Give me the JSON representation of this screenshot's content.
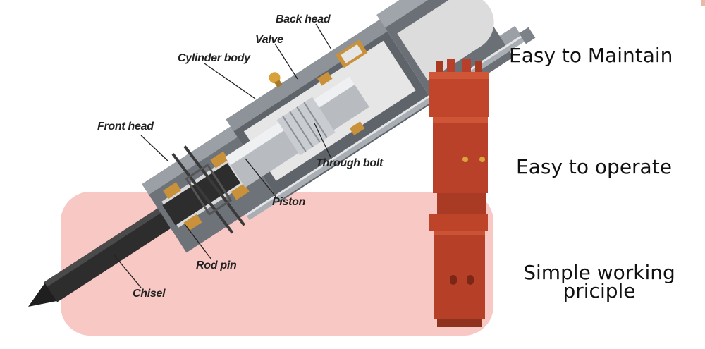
{
  "diagram": {
    "labels": {
      "back_head": "Back head",
      "valve": "Valve",
      "cylinder_body": "Cylinder body",
      "front_head": "Front head",
      "through_bolt": "Through bolt",
      "piston": "Piston",
      "rod_pin": "Rod pin",
      "chisel": "Chisel"
    }
  },
  "features": {
    "maintain": "Easy to Maintain",
    "operate": "Easy to operate",
    "simple_line1": "Simple working",
    "simple_line2": "priciple"
  },
  "colors": {
    "highlight": "#f8c8c4",
    "body_red": "#c0452a",
    "steel": "#8a8f96",
    "chisel": "#2b2b2b",
    "brass": "#c8913a"
  }
}
